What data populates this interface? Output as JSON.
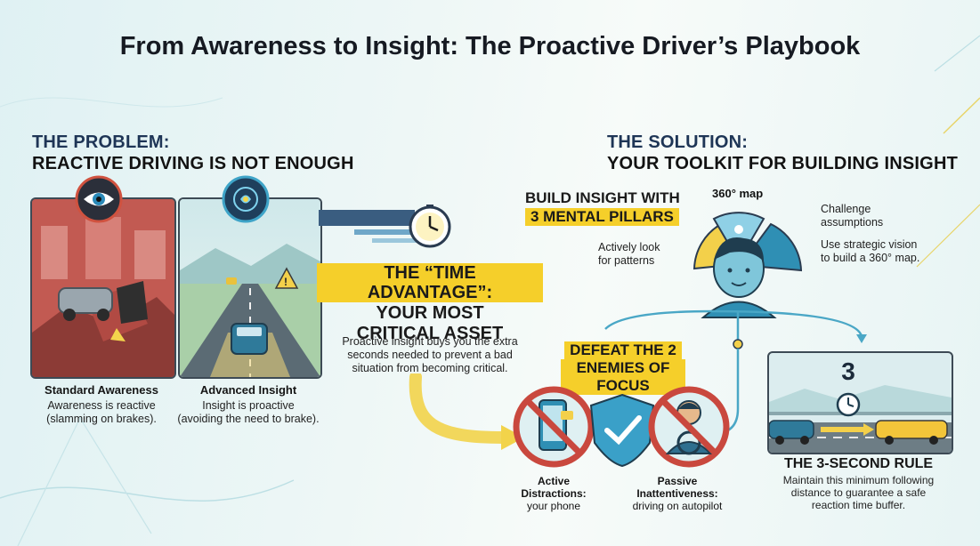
{
  "title": "From Awareness to Insight: The Proactive Driver’s Playbook",
  "problem": {
    "kicker": "THE PROBLEM:",
    "headline": "REACTIVE DRIVING IS NOT ENOUGH",
    "left_caption_title": "Standard Awareness",
    "left_caption_body_1": "Awareness is reactive",
    "left_caption_body_2": "(slamming on brakes).",
    "right_caption_title": "Advanced Insight",
    "right_caption_body_1": "Insight is proactive",
    "right_caption_body_2": "(avoiding the need to brake)."
  },
  "time_advantage": {
    "line1": "THE “TIME ADVANTAGE”:",
    "line2": "YOUR MOST",
    "line3": "CRITICAL ASSET",
    "body_1": "Proactive insight buys you the extra",
    "body_2": "seconds needed to prevent a bad",
    "body_3": "situation from becoming critical."
  },
  "solution": {
    "kicker": "THE SOLUTION:",
    "headline": "YOUR TOOLKIT FOR BUILDING INSIGHT"
  },
  "pillars": {
    "heading_1": "BUILD INSIGHT WITH",
    "heading_2": "3 MENTAL PILLARS",
    "map_label": "360° map",
    "left_1": "Actively look",
    "left_2": "for patterns",
    "right_a1": "Challenge",
    "right_a2": "assumptions",
    "right_b1": "Use strategic vision",
    "right_b2": "to build a 360° map."
  },
  "enemies": {
    "heading_1": "DEFEAT THE 2",
    "heading_2": "ENEMIES OF FOCUS",
    "active_1": "Active",
    "active_2": "Distractions:",
    "active_3": "your phone",
    "passive_1": "Passive",
    "passive_2": "Inattentiveness:",
    "passive_3": "driving on autopilot"
  },
  "rule": {
    "number": "3",
    "title": "THE 3-SECOND RULE",
    "body_1": "Maintain this minimum following",
    "body_2": "distance to guarantee a safe",
    "body_3": "reaction time buffer."
  },
  "colors": {
    "accent_yellow": "#f5cf2a",
    "navy": "#1e3556",
    "teal": "#2f8fb4",
    "danger_red": "#c9483e"
  }
}
